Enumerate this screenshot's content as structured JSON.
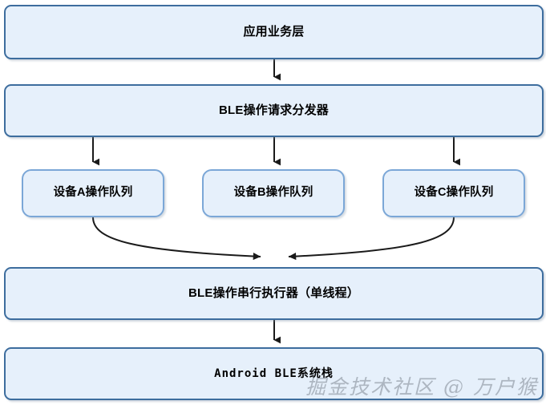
{
  "diagram": {
    "type": "flowchart",
    "direction": "top-to-bottom",
    "background_color": "#ffffff",
    "nodes": [
      {
        "id": "app",
        "label": "应用业务层",
        "role": "layer",
        "fill": "#e6f0fb",
        "border": "#3d6d9e"
      },
      {
        "id": "dispatcher",
        "label": "BLE操作请求分发器",
        "role": "layer",
        "fill": "#e6f0fb",
        "border": "#3d6d9e"
      },
      {
        "id": "queue_a",
        "label": "设备A操作队列",
        "role": "queue",
        "fill": "#e6f0fb",
        "border": "#7ba7d7"
      },
      {
        "id": "queue_b",
        "label": "设备B操作队列",
        "role": "queue",
        "fill": "#e6f0fb",
        "border": "#7ba7d7"
      },
      {
        "id": "queue_c",
        "label": "设备C操作队列",
        "role": "queue",
        "fill": "#e6f0fb",
        "border": "#7ba7d7"
      },
      {
        "id": "executor",
        "label": "BLE操作串行执行器（单线程）",
        "role": "layer",
        "fill": "#e6f0fb",
        "border": "#3d6d9e"
      },
      {
        "id": "stack",
        "label": "Android BLE系统栈",
        "role": "layer",
        "fill": "#e6f0fb",
        "border": "#3d6d9e"
      }
    ],
    "edges": [
      {
        "from": "app",
        "to": "dispatcher",
        "style": "straight",
        "arrow": "end"
      },
      {
        "from": "dispatcher",
        "to": "queue_a",
        "style": "straight",
        "arrow": "end"
      },
      {
        "from": "dispatcher",
        "to": "queue_b",
        "style": "straight",
        "arrow": "end"
      },
      {
        "from": "dispatcher",
        "to": "queue_c",
        "style": "straight",
        "arrow": "end"
      },
      {
        "from": "queue_a",
        "to": "executor",
        "style": "curved",
        "arrow": "end"
      },
      {
        "from": "queue_c",
        "to": "executor",
        "style": "curved",
        "arrow": "end"
      },
      {
        "from": "executor",
        "to": "stack",
        "style": "straight",
        "arrow": "end"
      }
    ],
    "edge_color": "#1a1a1a"
  },
  "watermark": {
    "text": "掘金技术社区 @ 万户猴"
  }
}
